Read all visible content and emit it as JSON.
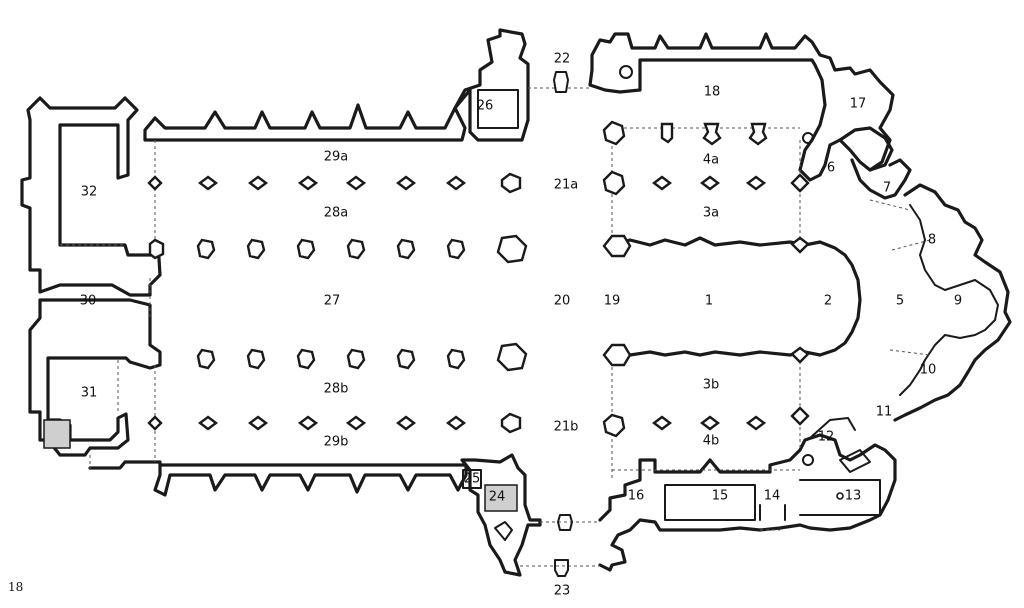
{
  "page_number": "18",
  "labels": {
    "l1": "1",
    "l2": "2",
    "l3a": "3a",
    "l3b": "3b",
    "l4a": "4a",
    "l4b": "4b",
    "l5": "5",
    "l6": "6",
    "l7": "7",
    "l8": "8",
    "l9": "9",
    "l10": "10",
    "l11": "11",
    "l12": "12",
    "l13": "13",
    "l14": "14",
    "l15": "15",
    "l16": "16",
    "l17": "17",
    "l18": "18",
    "l19": "19",
    "l20": "20",
    "l21a": "21a",
    "l21b": "21b",
    "l22": "22",
    "l23": "23",
    "l24": "24",
    "l25": "25",
    "l26": "26",
    "l27": "27",
    "l28a": "28a",
    "l28b": "28b",
    "l29a": "29a",
    "l29b": "29b",
    "l30": "30",
    "l31": "31",
    "l32": "32"
  }
}
